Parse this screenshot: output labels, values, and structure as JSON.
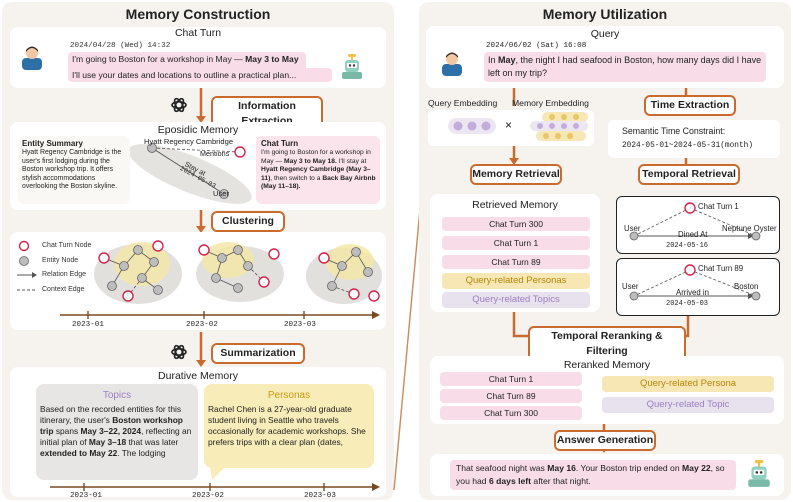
{
  "left": {
    "title": "Memory Construction",
    "chat_title": "Chat Turn",
    "chat_ts": "2024/04/28 (Wed) 14:32",
    "user_msg_a": "I'm going to Boston for a workshop in May — ",
    "user_msg_b": "May 3 to May 18.",
    "assistant_msg": "I'll use your dates and locations to outline a practical plan...",
    "stage_info": "Information Extraction",
    "episodic_title": "Eposidic Memory",
    "entity_summary_title": "Entity Summary",
    "entity_summary_text": "Hyatt Regency Cambridge is the user's first lodging during the Boston workshop trip. It offers stylish accommodations overlooking the Boston skyline.",
    "node_hotel": "Hyatt Regency Cambridge",
    "edge_mentions": "Mentions",
    "edge_stay": "Stay at",
    "edge_date": "2024-05-03",
    "node_user": "User",
    "chatturn_title": "Chat Turn",
    "chatturn_text_a": "I'm going to Boston for a workshop in May — ",
    "chatturn_text_b": "May 3 to May 18.",
    "chatturn_text_c": " I'll stay at ",
    "chatturn_text_d": "Hyatt Regency Cambridge (May 3–11)",
    "chatturn_text_e": ", then switch to a ",
    "chatturn_text_f": "Back Bay Airbnb (May 11–18).",
    "stage_cluster": "Clustering",
    "legend": {
      "chat_turn_node": "Chat Turn Node",
      "entity_node": "Entity Node",
      "relation_edge": "Relation Edge",
      "context_edge": "Context Edge"
    },
    "timeline_cluster": [
      "2023-01",
      "2023-02",
      "2023-03"
    ],
    "stage_summary": "Summarization",
    "durative_title": "Durative Memory",
    "topics_title": "Topics",
    "topics_a": "Based on the recorded entities for this itinerary, the user's ",
    "topics_b": "Boston workshop trip",
    "topics_c": " spans ",
    "topics_d": "May 3–22, 2024",
    "topics_e": ", reflecting an initial plan of ",
    "topics_f": "May 3–18",
    "topics_g": " that was later ",
    "topics_h": "extended to May 22",
    "topics_i": ". The lodging",
    "personas_title": "Personas",
    "personas_text": "Rachel Chen is a 27-year-old graduate student living in Seattle who travels occasionally for academic workshops. She prefers trips with a clear plan (dates,",
    "timeline_durative": [
      "2023-01",
      "2023-02",
      "2023-03"
    ]
  },
  "right": {
    "title": "Memory Utilization",
    "query_title": "Query",
    "query_ts": "2024/06/02 (Sat) 16:08",
    "query_a": "In ",
    "query_b": "May",
    "query_c": ", the night I had seafood in Boston, how many days did I have left on my trip?",
    "query_embedding": "Query Embedding",
    "memory_embedding": "Memory Embedding",
    "times": "×",
    "stage_time": "Time Extraction",
    "semantic_label": "Semantic Time Constraint:",
    "semantic_value": "2024-05-01~2024-05-31(month)",
    "stage_mem_retrieval": "Memory Retrieval",
    "stage_temp_retrieval": "Temporal Retrieval",
    "retrieved_title": "Retrieved Memory",
    "retrieved": [
      "Chat Turn 300",
      "Chat Turn 1",
      "Chat Turn 89"
    ],
    "qr_personas": "Query-related Personas",
    "qr_topics": "Query-related Topics",
    "graph1": {
      "turn": "Chat Turn 1",
      "user": "User",
      "target": "Neptune Oyster",
      "edge": "Dined At",
      "date": "2024-05-16"
    },
    "graph2": {
      "turn": "Chat Turn 89",
      "user": "User",
      "target": "Boston",
      "edge": "Arrived in",
      "date": "2024-05-03"
    },
    "stage_rerank": "Temporal Reranking & Filtering",
    "reranked_title": "Reranked Memory",
    "reranked": [
      "Chat Turn 1",
      "Chat Turn 89",
      "Chat Turn 300"
    ],
    "qr_persona": "Query-related Persona",
    "qr_topic": "Query-related Topic",
    "stage_answer": "Answer Generation",
    "answer_a": "That seafood night was ",
    "answer_b": "May 16",
    "answer_c": ". Your Boston trip ended on ",
    "answer_d": "May 22",
    "answer_e": ", so you had ",
    "answer_f": "6 days left",
    "answer_g": " after that night."
  },
  "colors": {
    "accent_orange": "#c96a2e",
    "pink": "#f8dde8",
    "yellow": "#f6e7b4",
    "purple": "#e8e2ee",
    "node_red": "#d6224a",
    "node_gray": "#9a9a9a"
  }
}
